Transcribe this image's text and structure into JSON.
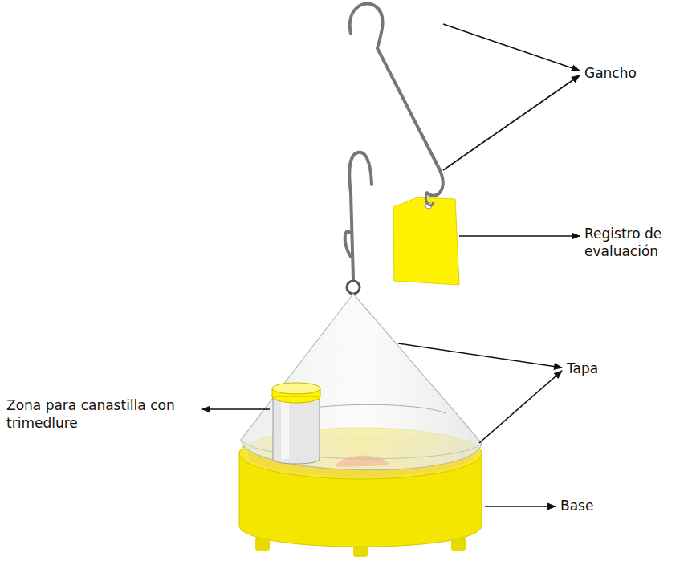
{
  "diagram": {
    "labels": [
      "Gancho",
      "Registro de evaluación",
      "Tapa",
      "Zona para canastilla con trimedlure",
      "Base"
    ]
  }
}
